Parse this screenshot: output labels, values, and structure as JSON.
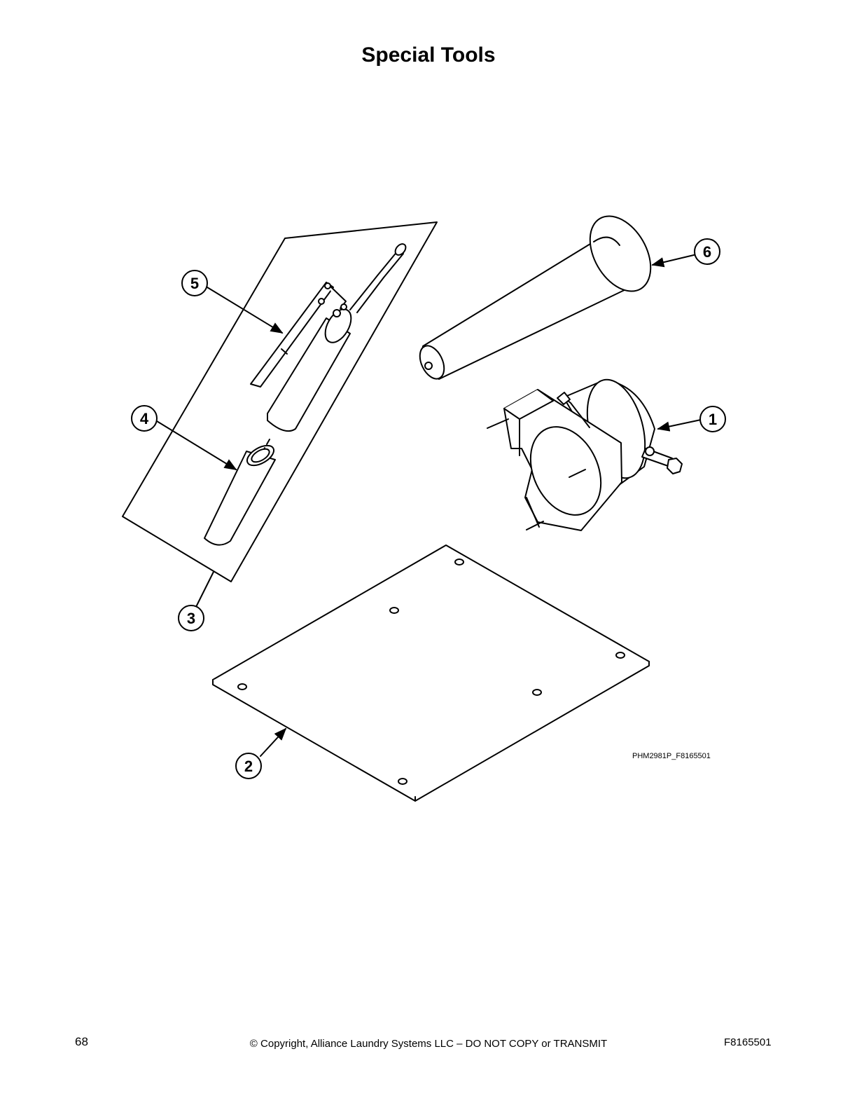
{
  "page": {
    "title": "Special Tools",
    "figure_id": "PHM2981P_F8165501",
    "callouts": {
      "c1": "1",
      "c2": "2",
      "c3": "3",
      "c4": "4",
      "c5": "5",
      "c6": "6"
    }
  },
  "footer": {
    "page_number": "68",
    "copyright": "© Copyright, Alliance Laundry Systems LLC – DO NOT COPY or TRANSMIT",
    "doc_number": "F8165501"
  }
}
